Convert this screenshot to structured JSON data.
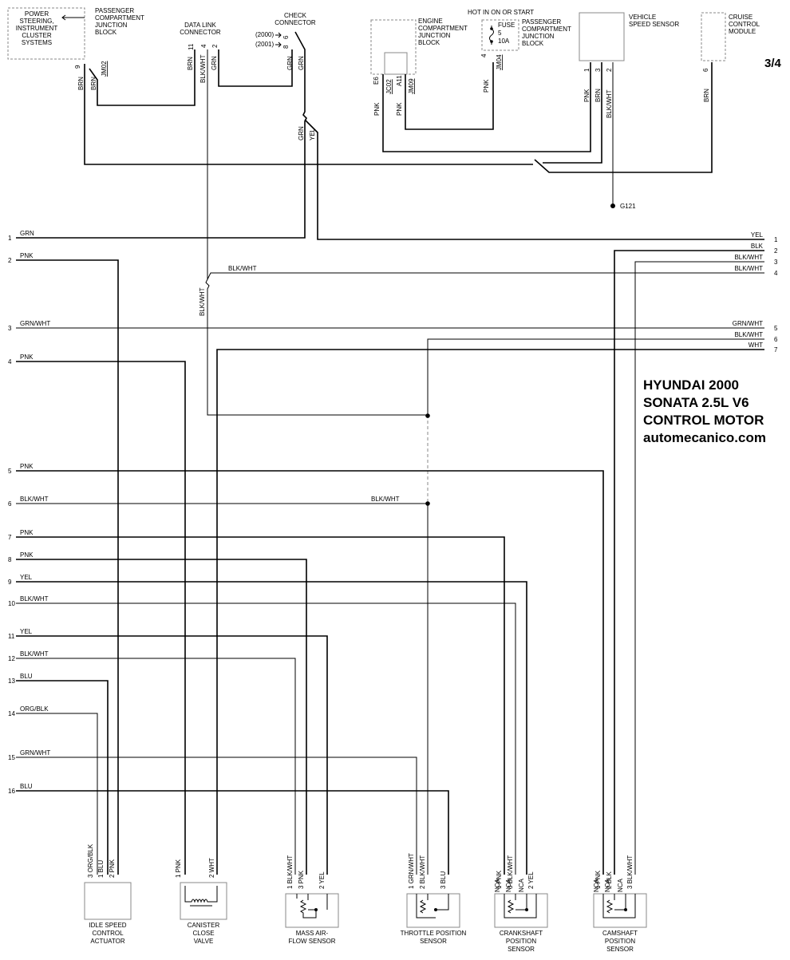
{
  "page_number": "3/4",
  "title": {
    "line1": "HYUNDAI 2000",
    "line2": "SONATA 2.5L V6",
    "line3": "CONTROL MOTOR",
    "line4": "automecanico.com"
  },
  "top_components": {
    "power_steering": [
      "POWER",
      "STEERING,",
      "INSTRUMENT",
      "CLUSTER",
      "SYSTEMS"
    ],
    "passenger_jb_left": [
      "PASSENGER",
      "COMPARTMENT",
      "JUNCTION",
      "BLOCK"
    ],
    "data_link_connector": [
      "DATA LINK",
      "CONNECTOR"
    ],
    "check_connector": [
      "CHECK",
      "CONNECTOR"
    ],
    "check_years": [
      "(2000)",
      "(2001)"
    ],
    "engine_jb": [
      "ENGINE",
      "COMPARTMENT",
      "JUNCTION",
      "BLOCK"
    ],
    "hot_in": "HOT IN ON OR START",
    "fuse": [
      "FUSE",
      "5",
      "10A"
    ],
    "passenger_jb_right": [
      "PASSENGER",
      "COMPARTMENT",
      "JUNCTION",
      "BLOCK"
    ],
    "vehicle_speed_sensor": [
      "VEHICLE",
      "SPEED SENSOR"
    ],
    "cruise_control": [
      "CRUISE",
      "CONTROL",
      "MODULE"
    ],
    "ground": "G121"
  },
  "top_pins": {
    "ps_pin": "9",
    "jm_left": "JM02",
    "dlc_pins": [
      "11",
      "4",
      "2"
    ],
    "check_pins": [
      "6",
      "8"
    ],
    "eng_jb_pins": [
      "E6",
      "JC02",
      "A11",
      "JM09"
    ],
    "fuse_pin": "4",
    "fuse_conn": "JM04",
    "vss_pins": [
      "1",
      "3",
      "2"
    ],
    "cruise_pin": "6"
  },
  "top_wire_colors": {
    "ps_brn1": "BRN",
    "ps_brn2": "BRN",
    "dlc_brn": "BRN",
    "dlc_blkwht": "BLK/WHT",
    "dlc_grn": "GRN",
    "check_grn1": "GRN",
    "check_grn2": "GRN",
    "check_grn3": "GRN",
    "check_yel": "YEL",
    "eng_pnk1": "PNK",
    "eng_pnk2": "PNK",
    "fuse_pnk": "PNK",
    "vss_pnk": "PNK",
    "vss_brn": "BRN",
    "vss_blkwht": "BLK/WHT",
    "cruise_brn": "BRN",
    "splice_blkwht": "BLK/WHT",
    "splice_blkwht2": "BLK/WHT"
  },
  "left_pins": [
    {
      "num": "1",
      "color": "GRN"
    },
    {
      "num": "2",
      "color": "PNK"
    },
    {
      "num": "3",
      "color": "GRN/WHT"
    },
    {
      "num": "4",
      "color": "PNK"
    },
    {
      "num": "5",
      "color": "PNK"
    },
    {
      "num": "6",
      "color": "BLK/WHT"
    },
    {
      "num": "7",
      "color": "PNK"
    },
    {
      "num": "8",
      "color": "PNK"
    },
    {
      "num": "9",
      "color": "YEL"
    },
    {
      "num": "10",
      "color": "BLK/WHT"
    },
    {
      "num": "11",
      "color": "YEL"
    },
    {
      "num": "12",
      "color": "BLK/WHT"
    },
    {
      "num": "13",
      "color": "BLU"
    },
    {
      "num": "14",
      "color": "ORG/BLK"
    },
    {
      "num": "15",
      "color": "GRN/WHT"
    },
    {
      "num": "16",
      "color": "BLU"
    }
  ],
  "right_pins": [
    {
      "num": "1",
      "color": "YEL"
    },
    {
      "num": "2",
      "color": "BLK"
    },
    {
      "num": "3",
      "color": "BLK/WHT"
    },
    {
      "num": "4",
      "color": "BLK/WHT"
    },
    {
      "num": "5",
      "color": "GRN/WHT"
    },
    {
      "num": "6",
      "color": "BLK/WHT"
    },
    {
      "num": "7",
      "color": "WHT"
    }
  ],
  "mid_splice_label": "BLK/WHT",
  "bottom_components": [
    {
      "name": [
        "IDLE SPEED",
        "CONTROL",
        "ACTUATOR"
      ],
      "pins": [
        {
          "n": "3",
          "c": "ORG/BLK"
        },
        {
          "n": "1",
          "c": "BLU"
        },
        {
          "n": "2",
          "c": "PNK"
        }
      ]
    },
    {
      "name": [
        "CANISTER",
        "CLOSE",
        "VALVE"
      ],
      "pins": [
        {
          "n": "1",
          "c": "PNK"
        },
        {
          "n": "2",
          "c": "WHT"
        }
      ]
    },
    {
      "name": [
        "MASS AIR-",
        "FLOW SENSOR"
      ],
      "pins": [
        {
          "n": "1",
          "c": "BLK/WHT"
        },
        {
          "n": "3",
          "c": "PNK"
        },
        {
          "n": "2",
          "c": "YEL"
        }
      ]
    },
    {
      "name": [
        "THROTTLE POSITION",
        "SENSOR"
      ],
      "pins": [
        {
          "n": "1",
          "c": "GRN/WHT"
        },
        {
          "n": "2",
          "c": "BLK/WHT"
        },
        {
          "n": "3",
          "c": "BLU"
        }
      ]
    },
    {
      "name": [
        "CRANKSHAFT",
        "POSITION",
        "SENSOR"
      ],
      "pins": [
        {
          "n": "",
          "c": "NCA"
        },
        {
          "n": "1",
          "c": "PNK"
        },
        {
          "n": "",
          "c": "NCA"
        },
        {
          "n": "3",
          "c": "BLK/WHT"
        },
        {
          "n": "",
          "c": "NCA"
        },
        {
          "n": "2",
          "c": "YEL"
        }
      ]
    },
    {
      "name": [
        "CAMSHAFT",
        "POSITION",
        "SENSOR"
      ],
      "pins": [
        {
          "n": "",
          "c": "NCA"
        },
        {
          "n": "1",
          "c": "PNK"
        },
        {
          "n": "",
          "c": "NCA"
        },
        {
          "n": "2",
          "c": "BLK"
        },
        {
          "n": "",
          "c": "NCA"
        },
        {
          "n": "3",
          "c": "BLK/WHT"
        }
      ]
    }
  ]
}
